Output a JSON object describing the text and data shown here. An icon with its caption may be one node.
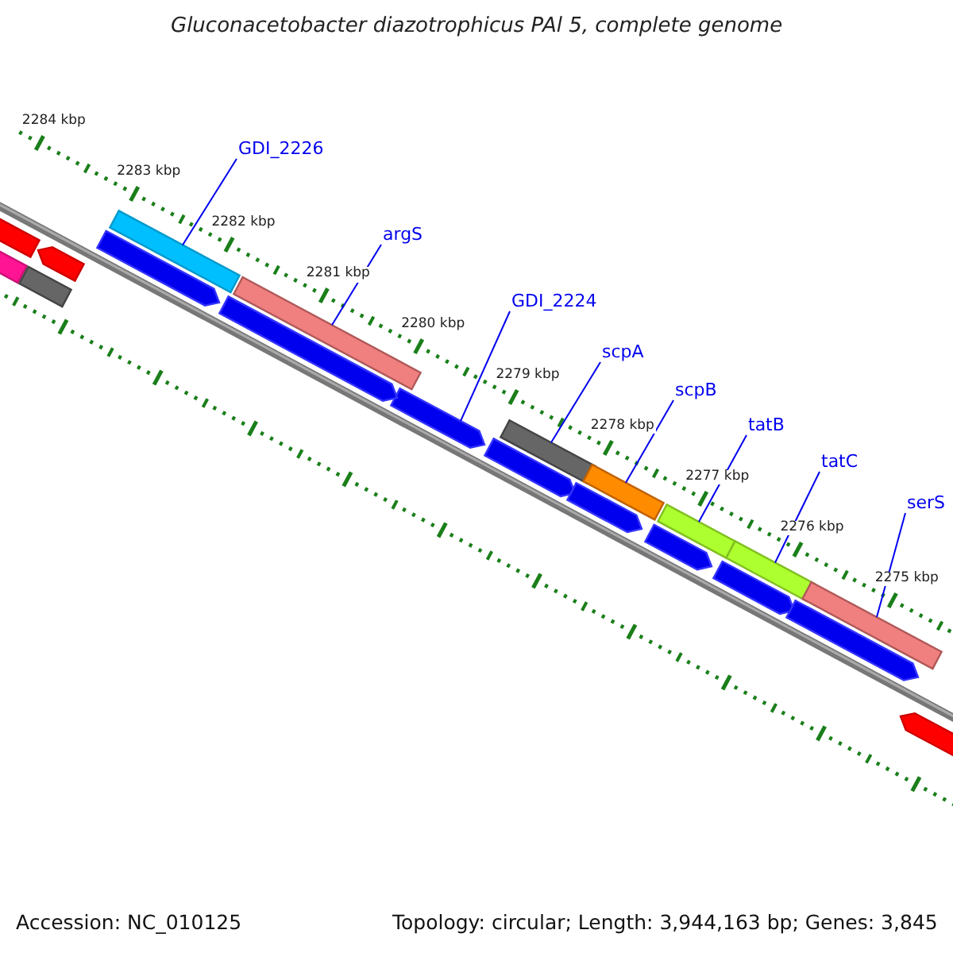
{
  "diagram": {
    "title": "Gluconacetobacter diazotrophicus PAl 5, complete genome",
    "nodes": [
      {
        "text": [
          "GDI_2226"
        ]
      },
      {
        "text": [
          "argS"
        ]
      },
      {
        "text": [
          "GDI_2224"
        ]
      },
      {
        "text": [
          "scpA"
        ]
      },
      {
        "text": [
          "scpB"
        ]
      },
      {
        "text": [
          "tatB"
        ]
      },
      {
        "text": [
          "tatC"
        ]
      },
      {
        "text": [
          "serS"
        ]
      },
      {
        "text": [],
        "shape": "bar"
      },
      {
        "text": [],
        "shape": "bar"
      },
      {
        "text": [],
        "shape": "arrow"
      },
      {
        "text": [],
        "shape": "bar"
      },
      {
        "text": [],
        "shape": "bar"
      },
      {
        "text": [],
        "shape": "bar"
      },
      {
        "text": [],
        "shape": "bar"
      },
      {
        "text": [],
        "shape": "bar"
      },
      {
        "text": [],
        "shape": "arrow"
      },
      {
        "text": [],
        "shape": "arrow"
      },
      {
        "text": [],
        "shape": "arrow"
      },
      {
        "text": [],
        "shape": "arrow"
      },
      {
        "text": [],
        "shape": "arrow"
      },
      {
        "text": [],
        "shape": "arrow"
      },
      {
        "text": [],
        "shape": "arrow"
      },
      {
        "text": [],
        "shape": "bar"
      },
      {
        "text": [],
        "shape": "arrow"
      },
      {
        "text": [],
        "shape": "bar"
      },
      {
        "text": [],
        "shape": "bar"
      },
      {
        "text": [],
        "shape": "arrow"
      }
    ],
    "edges": [
      {
        "from": 0,
        "to": 8,
        "arrow": "none"
      },
      {
        "from": 1,
        "to": 9,
        "arrow": "none"
      },
      {
        "from": 2,
        "to": 10,
        "arrow": "none"
      },
      {
        "from": 3,
        "to": 11,
        "arrow": "none"
      },
      {
        "from": 4,
        "to": 12,
        "arrow": "none"
      },
      {
        "from": 5,
        "to": 13,
        "arrow": "none"
      },
      {
        "from": 6,
        "to": 14,
        "arrow": "none"
      },
      {
        "from": 7,
        "to": 15,
        "arrow": "none"
      }
    ],
    "labels": [
      "2284 kbp",
      "2283 kbp",
      "2282 kbp",
      "2281 kbp",
      "2280 kbp",
      "2279 kbp",
      "2278 kbp",
      "2277 kbp",
      "2276 kbp",
      "2275 kbp",
      "Accession: NC_010125",
      "Topology: circular; Length: 3,944,163 bp; Genes: 3,845"
    ]
  }
}
